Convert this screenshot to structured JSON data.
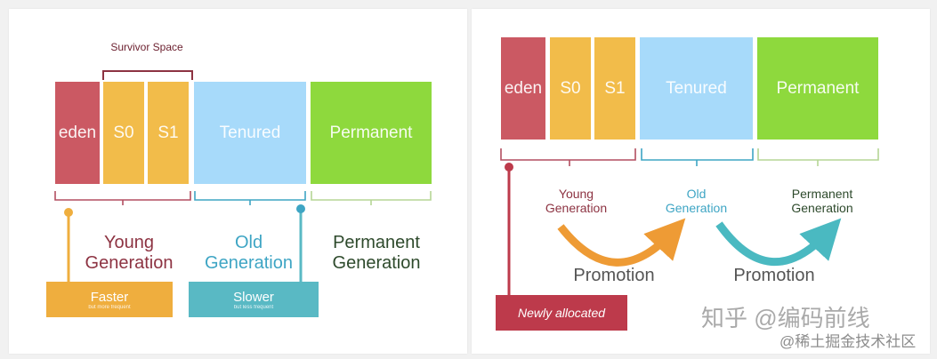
{
  "colors": {
    "eden": "#cb5963",
    "survivor": "#f2bc4a",
    "tenured": "#a7dafa",
    "permanent": "#8ed93d",
    "young": "#8d3342",
    "young_bracket": "#b34f61",
    "old": "#3ea5c4",
    "permanent_text": "#2e4a2c",
    "permanent_bracket": "#b5d595",
    "faster": "#efae3e",
    "slower": "#59b9c4",
    "newly": "#bd3a4b",
    "arrow_orange": "#ee9b35",
    "arrow_teal": "#4ab9c1",
    "promotion_text": "#555555"
  },
  "left": {
    "survivor_space_label": "Survivor Space",
    "blocks": {
      "eden": "eden",
      "s0": "S0",
      "s1": "S1",
      "tenured": "Tenured",
      "permanent": "Permanent"
    },
    "young_label_1": "Young",
    "young_label_2": "Generation",
    "old_label_1": "Old",
    "old_label_2": "Generation",
    "perm_label_1": "Permanent",
    "perm_label_2": "Generation",
    "faster": {
      "title": "Faster",
      "sub": "but more frequent"
    },
    "slower": {
      "title": "Slower",
      "sub": "but less frequent"
    }
  },
  "right": {
    "blocks": {
      "eden": "eden",
      "s0": "S0",
      "s1": "S1",
      "tenured": "Tenured",
      "permanent": "Permanent"
    },
    "young_label_1": "Young",
    "young_label_2": "Generation",
    "old_label_1": "Old",
    "old_label_2": "Generation",
    "perm_label_1": "Permanent",
    "perm_label_2": "Generation",
    "promotion_1": "Promotion",
    "promotion_2": "Promotion",
    "newly_allocated": "Newly allocated"
  },
  "watermarks": {
    "zhihu": "知乎 @编码前线",
    "juejin": "@稀土掘金技术社区"
  }
}
